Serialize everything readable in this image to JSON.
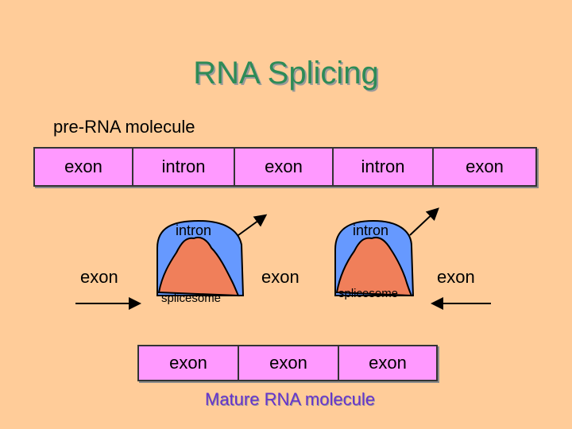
{
  "title": "RNA Splicing",
  "pre_rna": {
    "label": "pre-RNA molecule",
    "segments": [
      "exon",
      "intron",
      "exon",
      "intron",
      "exon"
    ]
  },
  "splicing": {
    "intron_labels": [
      "intron",
      "intron"
    ],
    "exon_labels": [
      "exon",
      "exon",
      "exon"
    ],
    "spliceosome_labels": [
      "splicesome",
      "splicesome"
    ]
  },
  "mature_rna": {
    "segments": [
      "exon",
      "exon",
      "exon"
    ],
    "label": "Mature RNA molecule"
  },
  "colors": {
    "background": "#FFCC99",
    "title": "#2E8B57",
    "exon_strip": "#FF99FF",
    "intron_loop": "#6699FF",
    "spliceosome": "#F07F5A",
    "mature_label": "#6633CC"
  }
}
